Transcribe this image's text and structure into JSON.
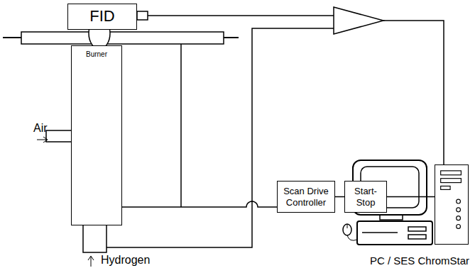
{
  "diagram": {
    "nodes": [
      {
        "text": [
          "FID"
        ]
      },
      {
        "text": [
          "Burner"
        ]
      },
      {
        "text": [
          "Scan Drive Controller"
        ]
      },
      {
        "text": [
          "Start-Stop"
        ]
      },
      {
        "text": [
          "PC / SES ChromStar"
        ]
      }
    ],
    "edges": [
      {
        "from": 1,
        "to": 2,
        "arrow": "none"
      },
      {
        "from": 2,
        "to": 3,
        "arrow": "none"
      },
      {
        "from": 3,
        "to": 4,
        "arrow": "none"
      }
    ],
    "labels": [
      "Air",
      "Hydrogen"
    ]
  }
}
